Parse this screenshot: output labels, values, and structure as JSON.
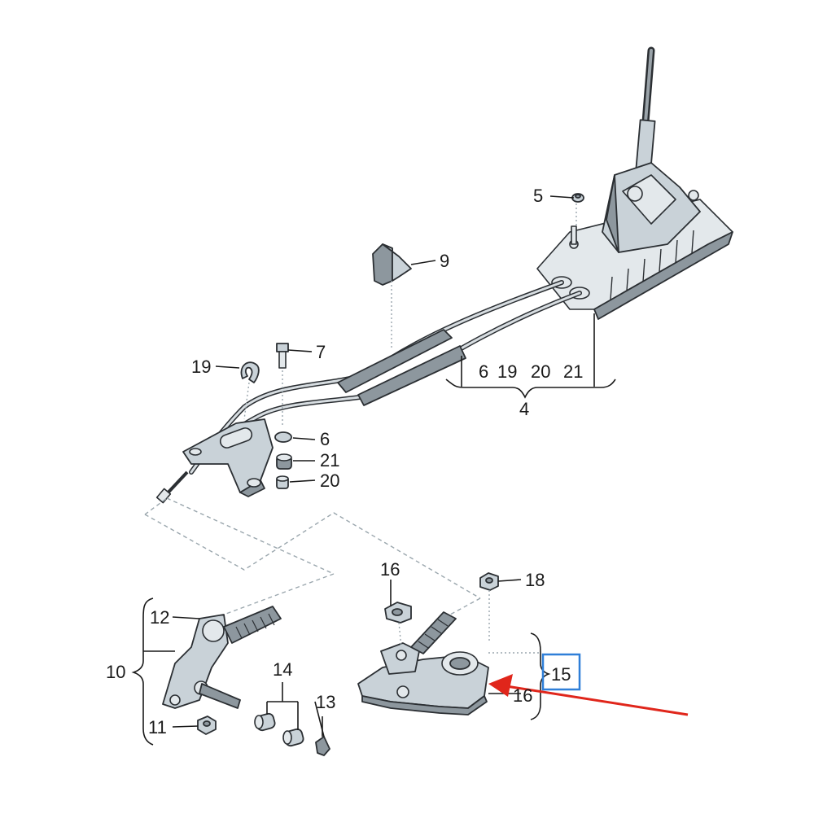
{
  "labels": {
    "l5": "5",
    "l9": "9",
    "l7": "7",
    "l19": "19",
    "l6": "6",
    "l21": "21",
    "l20": "20",
    "g6": "6",
    "g19": "19",
    "g20": "20",
    "g21": "21",
    "l4": "4",
    "l16": "16",
    "l18": "18",
    "l12": "12",
    "l10": "10",
    "l14": "14",
    "l13": "13",
    "l11": "11",
    "l15": "15",
    "l16b": "16"
  },
  "colors": {
    "highlight_box": "#2f7fd8",
    "arrow": "#e0261b"
  }
}
